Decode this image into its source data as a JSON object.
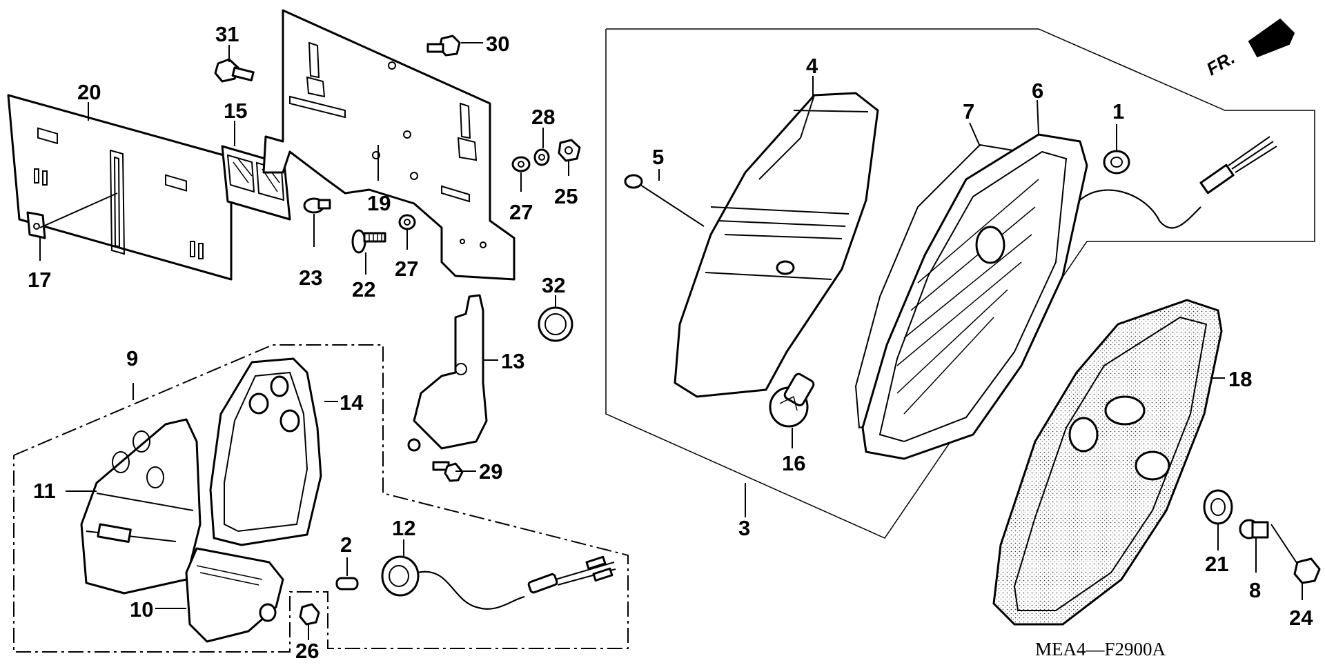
{
  "diagram": {
    "code": "MEA4—F2900A",
    "fr_label": "FR.",
    "callouts": [
      {
        "id": "c1",
        "label": "1"
      },
      {
        "id": "c3",
        "label": "3"
      },
      {
        "id": "c4",
        "label": "4"
      },
      {
        "id": "c5",
        "label": "5"
      },
      {
        "id": "c6",
        "label": "6"
      },
      {
        "id": "c7",
        "label": "7"
      },
      {
        "id": "c8",
        "label": "8"
      },
      {
        "id": "c9",
        "label": "9"
      },
      {
        "id": "c10",
        "label": "10"
      },
      {
        "id": "c11",
        "label": "11"
      },
      {
        "id": "c12",
        "label": "12"
      },
      {
        "id": "c13",
        "label": "13"
      },
      {
        "id": "c14",
        "label": "14"
      },
      {
        "id": "c15",
        "label": "15"
      },
      {
        "id": "c16",
        "label": "16"
      },
      {
        "id": "c17",
        "label": "17"
      },
      {
        "id": "c18",
        "label": "18"
      },
      {
        "id": "c19",
        "label": "19"
      },
      {
        "id": "c20",
        "label": "20"
      },
      {
        "id": "c21",
        "label": "21"
      },
      {
        "id": "c2",
        "label": "2"
      },
      {
        "id": "c22",
        "label": "22"
      },
      {
        "id": "c23",
        "label": "23"
      },
      {
        "id": "c24",
        "label": "24"
      },
      {
        "id": "c25",
        "label": "25"
      },
      {
        "id": "c26",
        "label": "26"
      },
      {
        "id": "c27a",
        "label": "27"
      },
      {
        "id": "c27b",
        "label": "27"
      },
      {
        "id": "c28",
        "label": "28"
      },
      {
        "id": "c29",
        "label": "29"
      },
      {
        "id": "c30",
        "label": "30"
      },
      {
        "id": "c31",
        "label": "31"
      },
      {
        "id": "c32",
        "label": "32"
      }
    ]
  }
}
